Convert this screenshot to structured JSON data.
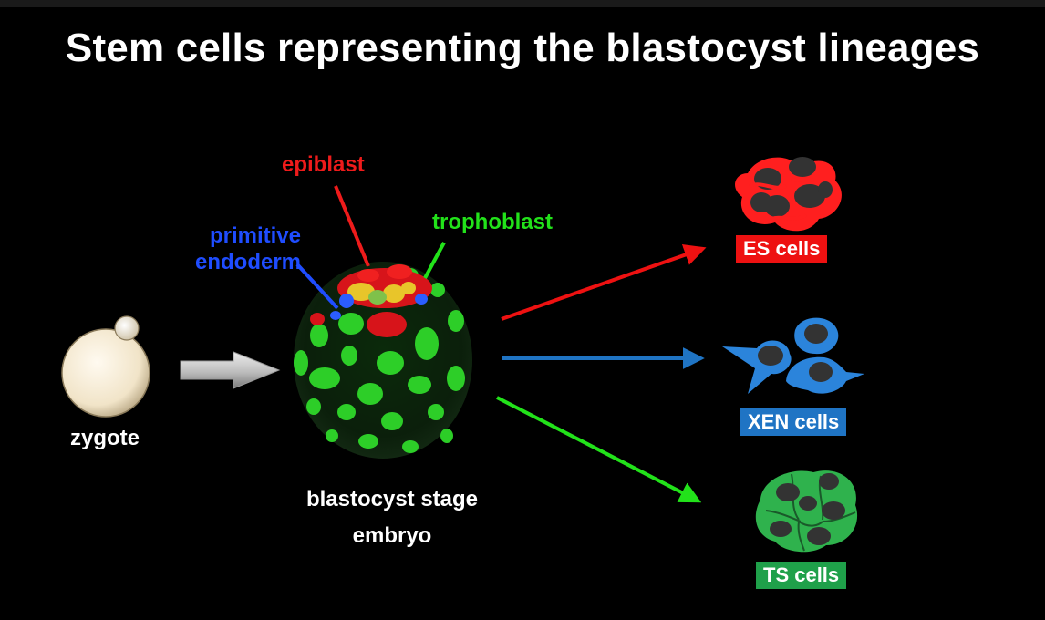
{
  "title": "Stem cells representing the blastocyst lineages",
  "labels": {
    "epiblast": "epiblast",
    "trophoblast": "trophoblast",
    "primitive_endoderm_line1": "primitive",
    "primitive_endoderm_line2": "endoderm",
    "zygote": "zygote",
    "blastocyst_line1": "blastocyst stage",
    "blastocyst_line2": "embryo"
  },
  "outputs": {
    "es": "ES cells",
    "xen": "XEN cells",
    "ts": "TS cells"
  },
  "colors": {
    "background": "#000000",
    "epiblast": "#ee1b1b",
    "trophoblast": "#22e21a",
    "primitive_endoderm": "#1f4dff",
    "es_badge": "#ee1111",
    "xen_badge": "#1f74c4",
    "ts_badge": "#1fa04a"
  }
}
